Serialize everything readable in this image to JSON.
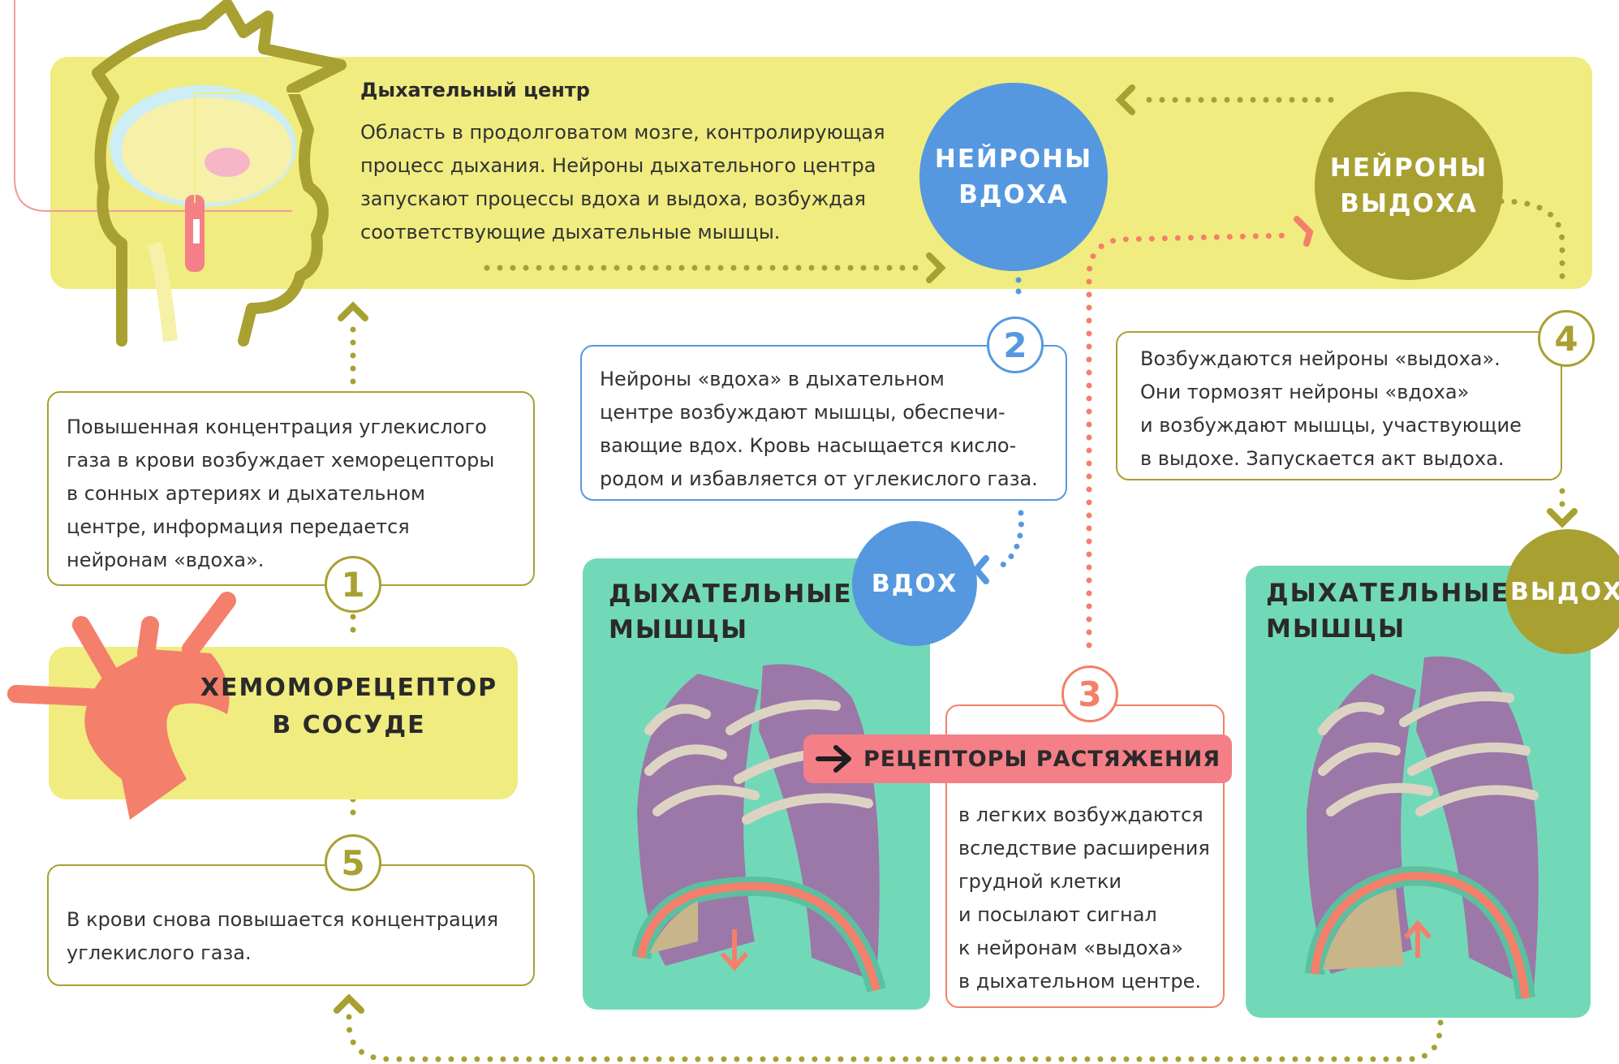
{
  "center": {
    "title": "Дыхательный центр",
    "lines": [
      "Область в продолговатом мозге, контролирующая",
      "процесс дыхания. Нейроны дыхательного центра",
      "запускают процессы вдоха и выдоха, возбуждая",
      "соответствующие дыхательные мышцы."
    ]
  },
  "nodes": {
    "inhale_neurons": [
      "НЕЙРОНЫ",
      "ВДОХА"
    ],
    "exhale_neurons": [
      "НЕЙРОНЫ",
      "ВЫДОХА"
    ],
    "inhale": "ВДОХ",
    "exhale": "ВЫДОХ",
    "chemoreceptor": [
      "ХЕМОМОРЕЦЕПТОР",
      "В СОСУДЕ"
    ],
    "stretch_receptors": "РЕЦЕПТОРЫ РАСТЯЖЕНИЯ"
  },
  "panels": {
    "muscles_left": [
      "ДЫХАТЕЛЬНЫЕ",
      "МЫШЦЫ"
    ],
    "muscles_right": [
      "ДЫХАТЕЛЬНЫЕ",
      "МЫШЦЫ"
    ]
  },
  "steps": {
    "step1": {
      "number": "1",
      "lines": [
        "Повышенная концентрация углекислого",
        "газа в крови возбуждает хеморецепторы",
        "в сонных артериях и дыхательном",
        "центре, информация передается",
        "нейронам «вдоха»."
      ]
    },
    "step2": {
      "number": "2",
      "lines": [
        "Нейроны «вдоха» в дыхательном",
        "центре возбуждают мышцы, обеспечи-",
        "вающие вдох. Кровь насыщается кисло-",
        "родом и избавляется от углекислого газа."
      ]
    },
    "step3": {
      "number": "3",
      "lines": [
        "в легких возбуждаются",
        "вследствие расширения",
        "грудной клетки",
        "и посылают сигнал",
        "к нейронам «выдоха»",
        "в дыхательном центре."
      ]
    },
    "step4": {
      "number": "4",
      "lines": [
        "Возбуждаются нейроны «выдоха».",
        "Они тормозят нейроны «вдоха»",
        "и возбуждают мышцы, участвующие",
        "в выдохе. Запускается акт выдоха."
      ]
    },
    "step5": {
      "number": "5",
      "lines": [
        "В крови снова повышается концентрация",
        "углекислого газа."
      ]
    }
  },
  "colors": {
    "olive": "#a9a032",
    "blue": "#5598e0",
    "coral": "#f47f6a",
    "teal": "#72d9b8",
    "yellow": "#f0ec80",
    "lung": "#9b78a8"
  }
}
